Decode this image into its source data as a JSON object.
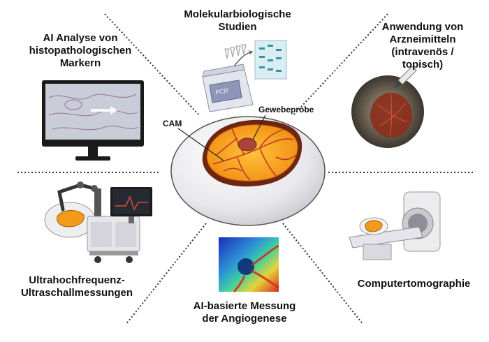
{
  "labels": {
    "molecular": [
      "Molekularbiologische",
      "Studien"
    ],
    "ai_analysis": [
      "AI Analyse von",
      "histopathologischen",
      "Markern"
    ],
    "application": [
      "Anwendung von",
      "Arzneimitteln",
      "(intravenös /",
      "topisch)"
    ],
    "ultrasound": [
      "Ultrahochfrequenz-",
      "Ultraschallmessungen"
    ],
    "angiogenesis": [
      "AI-basierte Messung",
      "der Angiogenese"
    ],
    "ct": [
      "Computertomographie"
    ],
    "cam": "CAM",
    "sample": "Gewebeprobe",
    "pcr": "PCR"
  },
  "colors": {
    "egg": "#e9e9ec",
    "cam_orange": "#f7a21b",
    "cam_dark": "#7a2a12",
    "vessel": "#c0392b",
    "dotted_line": "#333333"
  }
}
